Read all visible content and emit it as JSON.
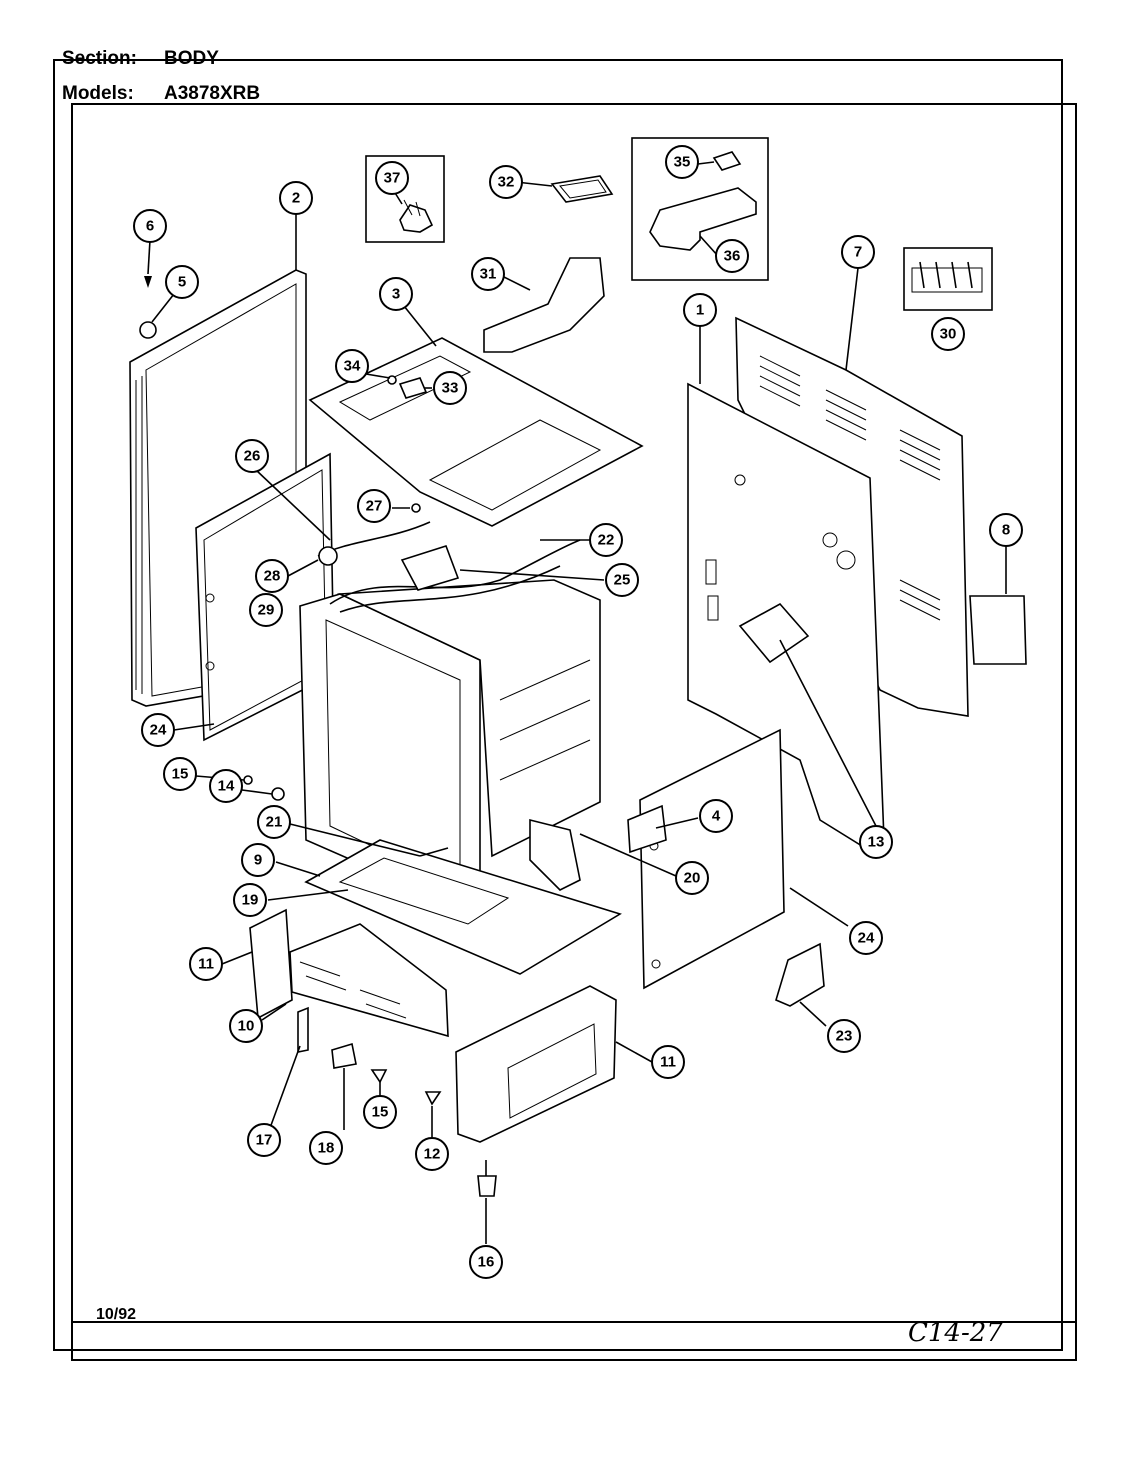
{
  "header": {
    "section_label": "Section:",
    "section_value": "BODY",
    "models_label": "Models:",
    "models_value": "A3878XRB"
  },
  "footer": {
    "date": "10/92",
    "code": "C14-27"
  },
  "callouts": [
    "1",
    "2",
    "3",
    "4",
    "5",
    "6",
    "7",
    "8",
    "9",
    "10",
    "11",
    "11",
    "12",
    "13",
    "14",
    "15",
    "15",
    "16",
    "17",
    "18",
    "19",
    "20",
    "21",
    "22",
    "23",
    "24",
    "24",
    "25",
    "26",
    "27",
    "28",
    "29",
    "30",
    "31",
    "32",
    "33",
    "34",
    "35",
    "36",
    "37"
  ]
}
